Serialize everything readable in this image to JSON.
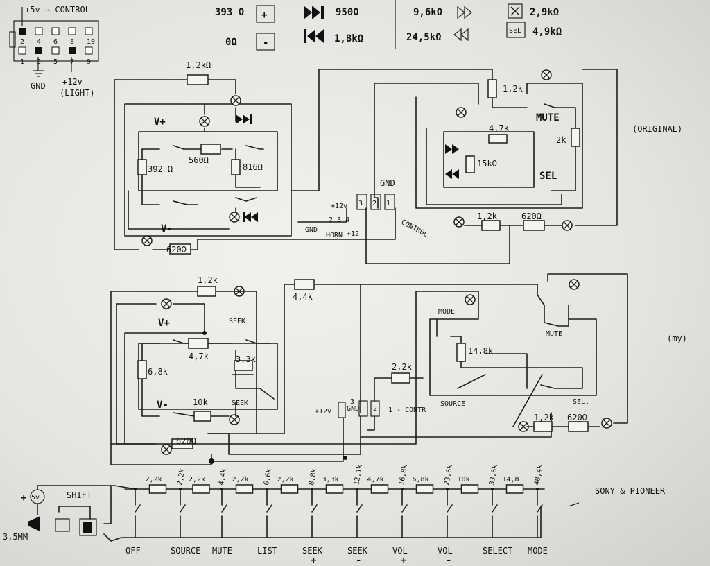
{
  "connector": {
    "top_label": "+5v → CONTROL",
    "pins_top": [
      "2",
      "4",
      "6",
      "8",
      "10"
    ],
    "pins_bottom": [
      "1",
      "3",
      "5",
      "7",
      "9"
    ],
    "gnd_label": "GND",
    "light_label": "+12v",
    "light_sub": "(LIGHT)"
  },
  "legend": {
    "vol_plus": "393 Ω",
    "vol_minus": "0Ω",
    "seek_fwd": "950Ω",
    "seek_back": "1,8kΩ",
    "ff": "9,6kΩ",
    "rew": "24,5kΩ",
    "mute": "2,9kΩ",
    "sel": "4,9kΩ",
    "sel_box": "SEL",
    "plus_sym": "+",
    "minus_sym": "-"
  },
  "original": {
    "title": "(ORIGINAL)",
    "r_top": "1,2kΩ",
    "vplus": "V+",
    "vminus": "V-",
    "r560": "560Ω",
    "r392": "392 Ω",
    "r816": "816Ω",
    "r620": "620Ω",
    "r12k_right": "1,2k",
    "mute": "MUTE",
    "r47k": "4,7k",
    "r2k": "2k",
    "r15k": "15kΩ",
    "sel": "SEL",
    "r12k_bottom": "1,2k",
    "r620_right": "620Ω",
    "gnd": "GND",
    "p12v": "+12v",
    "pin3": "3",
    "pin2": "2",
    "pin1": "1",
    "control": "CONTROL",
    "small_gnd": "GND",
    "small_pins": "2 3 4",
    "horn": "HORN",
    "p12_small": "+12"
  },
  "mine": {
    "title": "(my)",
    "r_top": "1,2k",
    "r44k": "4,4k",
    "vplus": "V+",
    "seek": "SEEK",
    "r47k": "4,7k",
    "r33k": "3,3k",
    "r68k": "6,8k",
    "vminus": "V-",
    "r10k": "10k",
    "seek2": "SEEK",
    "r620": "620Ω",
    "mode": "MODE",
    "r148k": "14,8k",
    "mute": "MUTE",
    "r22k": "2,2k",
    "source": "SOURCE",
    "sel": "SEL.",
    "r12k": "1,2k",
    "r620_right": "620Ω",
    "p12v": "+12v",
    "pin3": "3",
    "gnd": "GND",
    "pin2": "2",
    "pin1": "1 - CONTR"
  },
  "ladder": {
    "source_label": "SONY & PIONEER",
    "v5": "5v",
    "plus": "+",
    "shift": "SHIFT",
    "jack": "3,5MM",
    "resistors": [
      "2,2k",
      "2,2k",
      "2,2k",
      "2,2k",
      "3,3k",
      "4,7k",
      "6,8k",
      "10k",
      "14,8"
    ],
    "taps": [
      "2,2k",
      "4,4k",
      "6,6k",
      "8,8k",
      "12,1k",
      "16,8k",
      "23,6k",
      "33,6k",
      "48,4k"
    ],
    "buttons": [
      "OFF",
      "SOURCE",
      "MUTE",
      "LIST",
      "SEEK",
      "SEEK",
      "VOL",
      "VOL",
      "SELECT",
      "MODE"
    ],
    "button_signs": [
      "",
      "",
      "",
      "",
      "+",
      "-",
      "+",
      "-",
      "",
      ""
    ]
  }
}
